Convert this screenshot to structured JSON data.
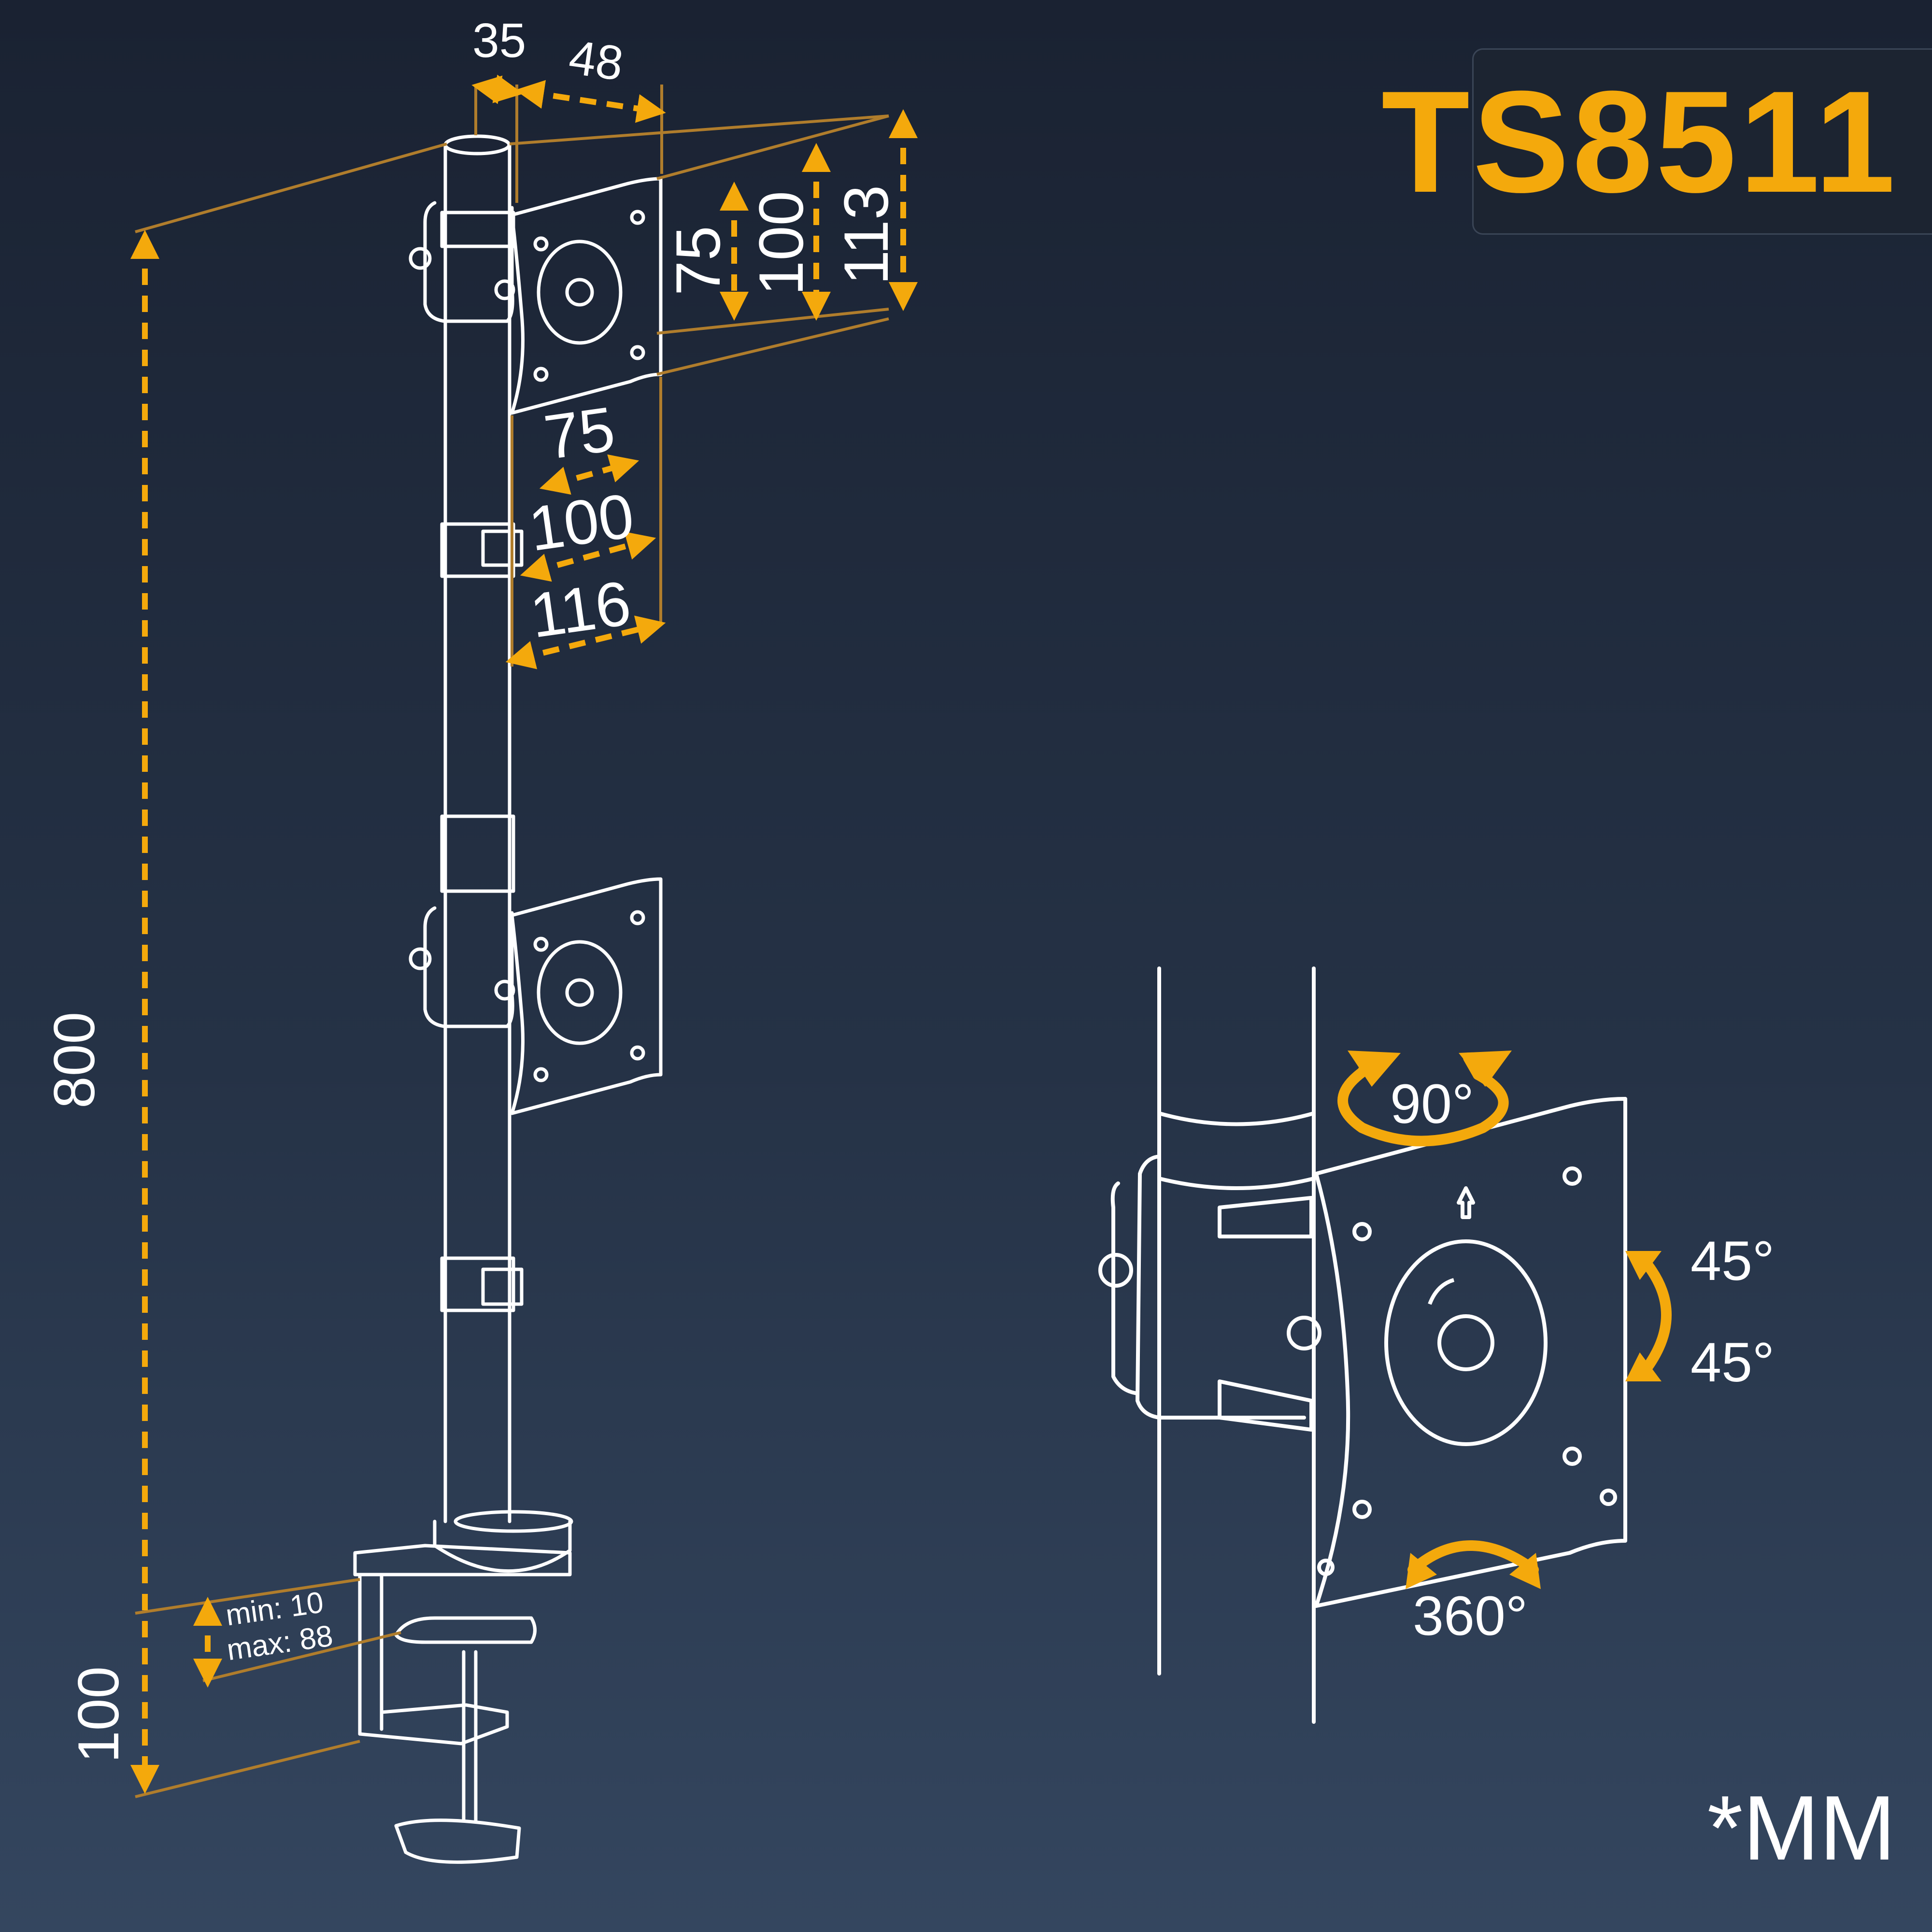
{
  "product": {
    "model": "TS8511"
  },
  "units": {
    "note": "*MM"
  },
  "dimensions": {
    "top_offset": "35",
    "top_depth": "48",
    "plate_small_height": "75",
    "plate_mid_height": "100",
    "plate_total_height": "113",
    "plate_small_width": "75",
    "plate_mid_width": "100",
    "plate_total_width": "116",
    "pole_height": "800",
    "base_height": "100",
    "clamp_min": "min: 10",
    "clamp_max": "max: 88"
  },
  "rotation": {
    "swivel": "90°",
    "tilt_up": "45°",
    "tilt_down": "45°",
    "rotate": "360°"
  },
  "colors": {
    "accent": "#f4a90c",
    "line": "#ffffff",
    "background": "#1f2a3b",
    "dim_line": "#b07d2c"
  }
}
